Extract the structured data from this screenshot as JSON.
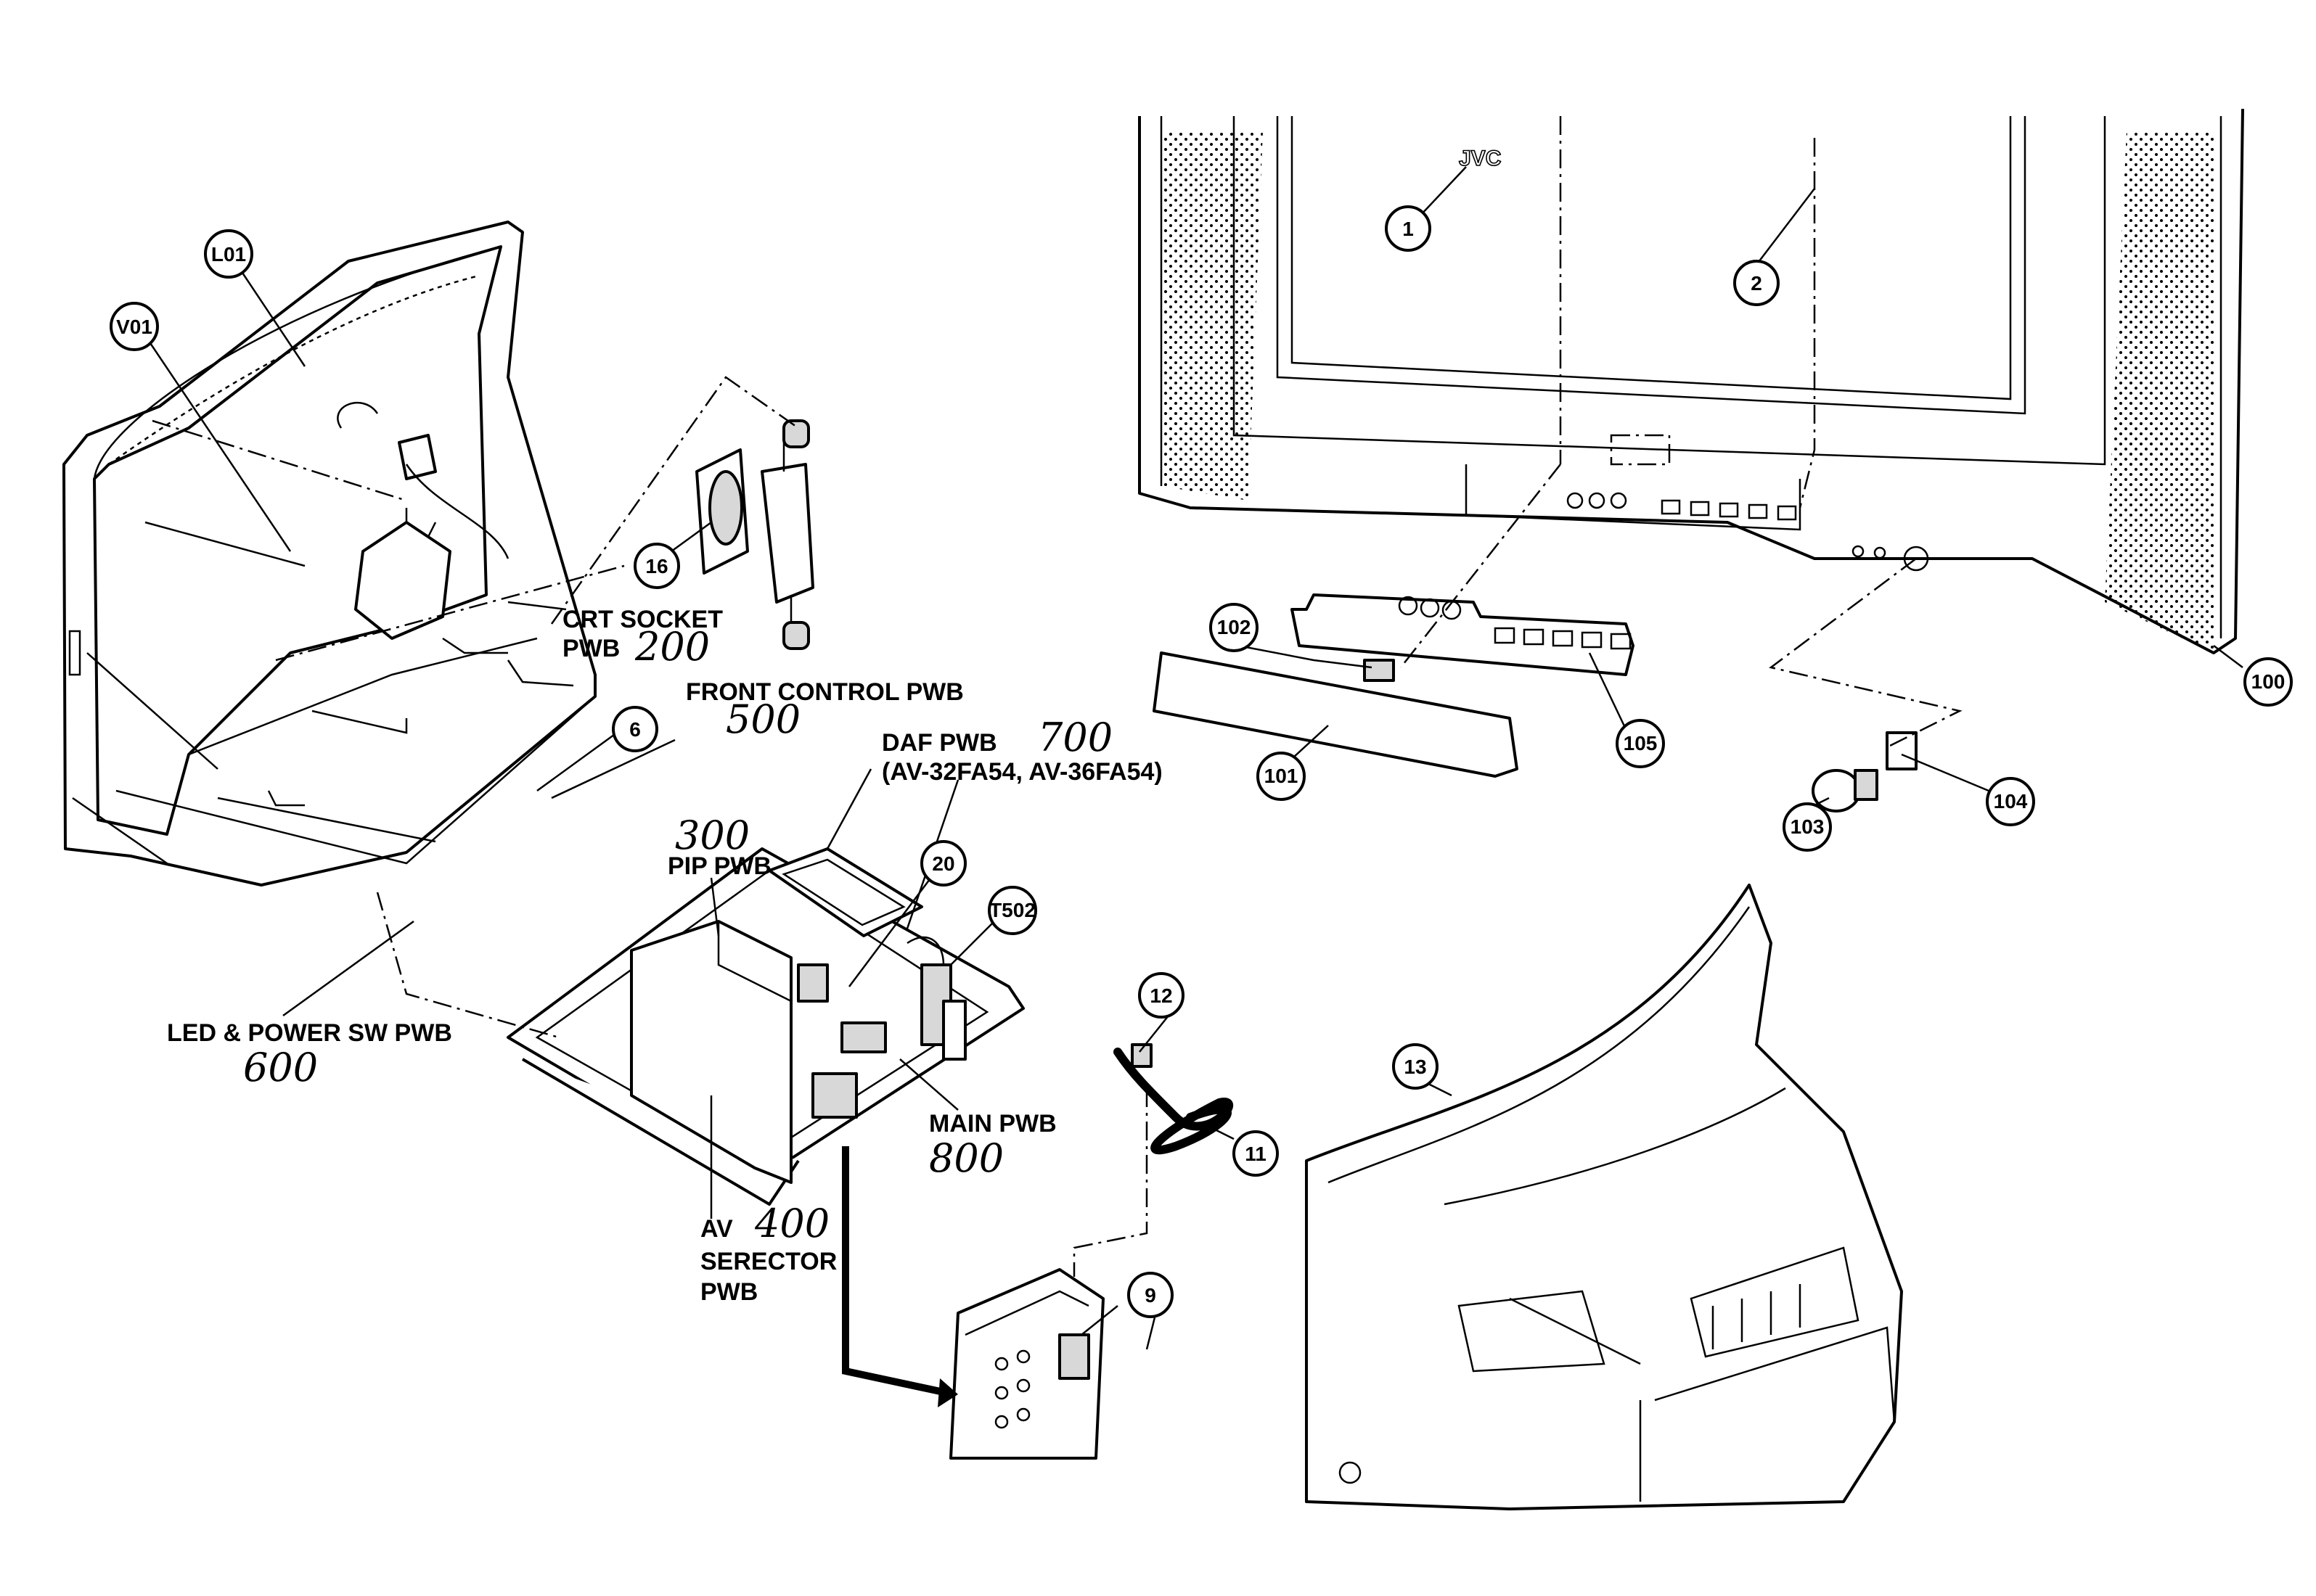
{
  "brand_logo": "JVC",
  "labels": {
    "crt_socket": {
      "line1": "CRT SOCKET",
      "line2": "PWB",
      "code": "200"
    },
    "front_control": {
      "text": "FRONT CONTROL PWB",
      "code": "500"
    },
    "daf": {
      "text": "DAF PWB",
      "code": "700",
      "models": "(AV-32FA54, AV-36FA54)"
    },
    "pip": {
      "code": "300",
      "text": "PIP PWB"
    },
    "led_power": {
      "text": "LED & POWER SW PWB",
      "code": "600"
    },
    "main": {
      "text": "MAIN PWB",
      "code": "800"
    },
    "av_selector": {
      "prefix": "AV",
      "code": "400",
      "line2": "SERECTOR",
      "line3": "PWB"
    }
  },
  "callouts": [
    "1",
    "2",
    "L01",
    "V01",
    "16",
    "6",
    "20",
    "T502",
    "12",
    "11",
    "13",
    "9",
    "100",
    "101",
    "102",
    "103",
    "104",
    "105"
  ]
}
